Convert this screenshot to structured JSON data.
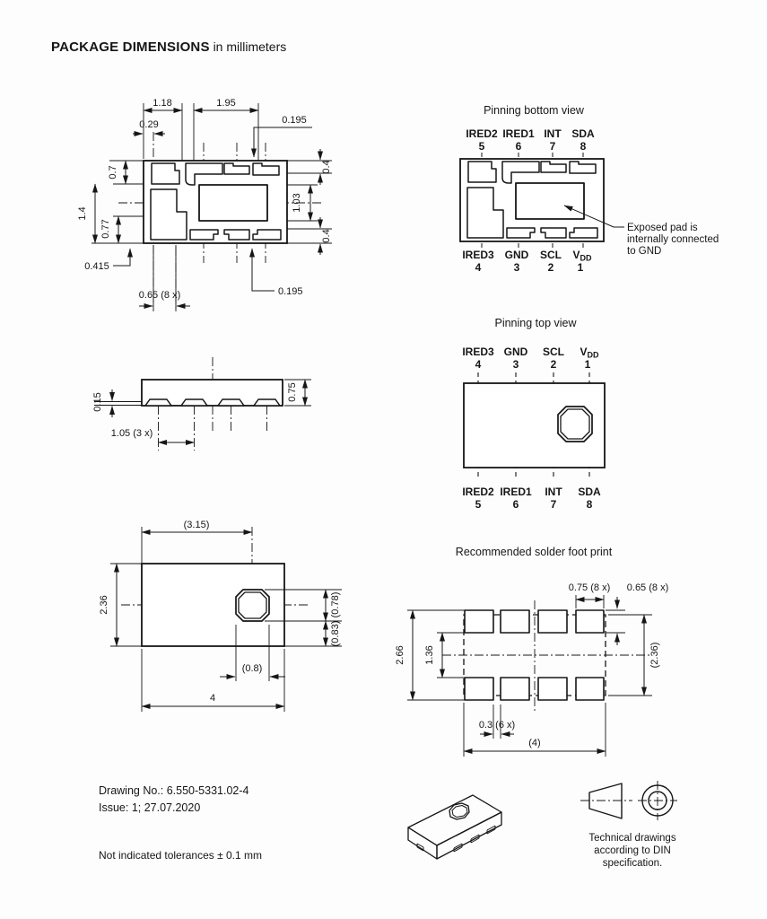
{
  "header": {
    "title": "PACKAGE DIMENSIONS",
    "subtitle": "in millimeters"
  },
  "dim_view": {
    "d118": "1.18",
    "d195": "1.95",
    "d0195a": "0.195",
    "d07": "0.7",
    "d029": "0.29",
    "d04a": "0.4",
    "d103": "1.03",
    "d04b": "0.4",
    "d14": "1.4",
    "d077": "0.77",
    "d0415": "0.415",
    "d0195b": "0.195",
    "d065": "0.65 (8 x)"
  },
  "pin_bottom": {
    "title": "Pinning bottom view",
    "top": [
      {
        "name": "IRED2",
        "num": "5"
      },
      {
        "name": "IRED1",
        "num": "6"
      },
      {
        "name": "INT",
        "num": "7"
      },
      {
        "name": "SDA",
        "num": "8"
      }
    ],
    "bottom": [
      {
        "name": "IRED3",
        "num": "4"
      },
      {
        "name": "GND",
        "num": "3"
      },
      {
        "name": "SCL",
        "num": "2"
      },
      {
        "name": "V",
        "sub": "DD",
        "num": "1"
      }
    ],
    "note1": "Exposed pad is",
    "note2": "internally connected",
    "note3": "to GND"
  },
  "side_view": {
    "d015": "0.15",
    "d075": "0.75",
    "d105": "1.05 (3 x)"
  },
  "pin_top": {
    "title": "Pinning top view",
    "top": [
      {
        "name": "IRED3",
        "num": "4"
      },
      {
        "name": "GND",
        "num": "3"
      },
      {
        "name": "SCL",
        "num": "2"
      },
      {
        "name": "V",
        "sub": "DD",
        "num": "1"
      }
    ],
    "bottom": [
      {
        "name": "IRED2",
        "num": "5"
      },
      {
        "name": "IRED1",
        "num": "6"
      },
      {
        "name": "INT",
        "num": "7"
      },
      {
        "name": "SDA",
        "num": "8"
      }
    ]
  },
  "top_view_dims": {
    "d315": "(3.15)",
    "d236": "2.36",
    "d078": "(0.78)",
    "d083": "(0.83)",
    "d08": "(0.8)",
    "d4": "4"
  },
  "footprint": {
    "title": "Recommended solder foot print",
    "d075": "0.75 (8 x)",
    "d065": "0.65 (8 x)",
    "d266": "2.66",
    "d136": "1.36",
    "d236": "(2.36)",
    "d03": "0.3 (6 x)",
    "d4": "(4)"
  },
  "footer": {
    "drawing_no": "Drawing No.: 6.550-5331.02-4",
    "issue": "Issue: 1;  27.07.2020",
    "tolerance": "Not indicated tolerances ± 0.1 mm"
  },
  "din_note": {
    "line1": "Technical drawings",
    "line2": "according to DIN",
    "line3": "specification."
  }
}
